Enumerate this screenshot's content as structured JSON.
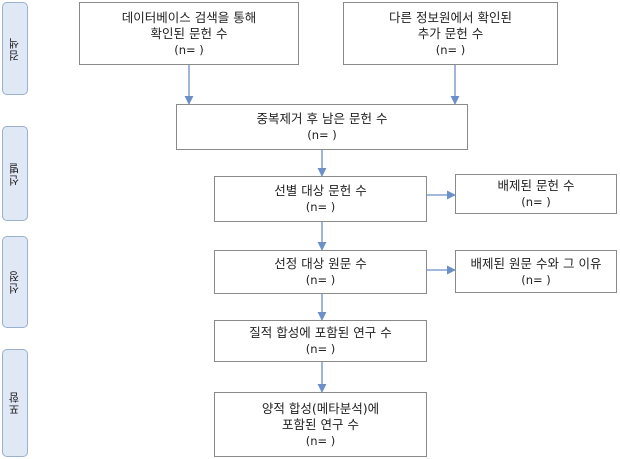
{
  "phases": {
    "search": "검색",
    "screening": "선별",
    "selection": "선정",
    "inclusion": "포함"
  },
  "boxes": {
    "db_search": {
      "line1": "데이터베이스 검색을 통해",
      "line2": "확인된 문헌 수",
      "n": "(n=   )"
    },
    "other_source": {
      "line1": "다른 정보원에서 확인된",
      "line2": "추가 문헌 수",
      "n": "(n=   )"
    },
    "dedup": {
      "line1": "중복제거 후 남은 문헌 수",
      "n": "(n=   )"
    },
    "screen": {
      "line1": "선별 대상 문헌 수",
      "n": "(n=   )"
    },
    "screen_excluded": {
      "line1": "배제된 문헌 수",
      "n": "(n=   )"
    },
    "fulltext": {
      "line1": "선정 대상 원문 수",
      "n": "(n=   )"
    },
    "fulltext_excluded": {
      "line1": "배제된 원문 수와 그 이유",
      "n": "(n=   )"
    },
    "qualitative": {
      "line1": "질적 합성에 포함된 연구 수",
      "n": "(n=   )"
    },
    "quantitative": {
      "line1": "양적 합성(메타분석)에",
      "line2": "포함된 연구 수",
      "n": "(n=   )"
    }
  },
  "colors": {
    "arrow": "#6b8fc7",
    "phase_fill": "#dfe8f4",
    "box_border": "#8a8a8a"
  }
}
